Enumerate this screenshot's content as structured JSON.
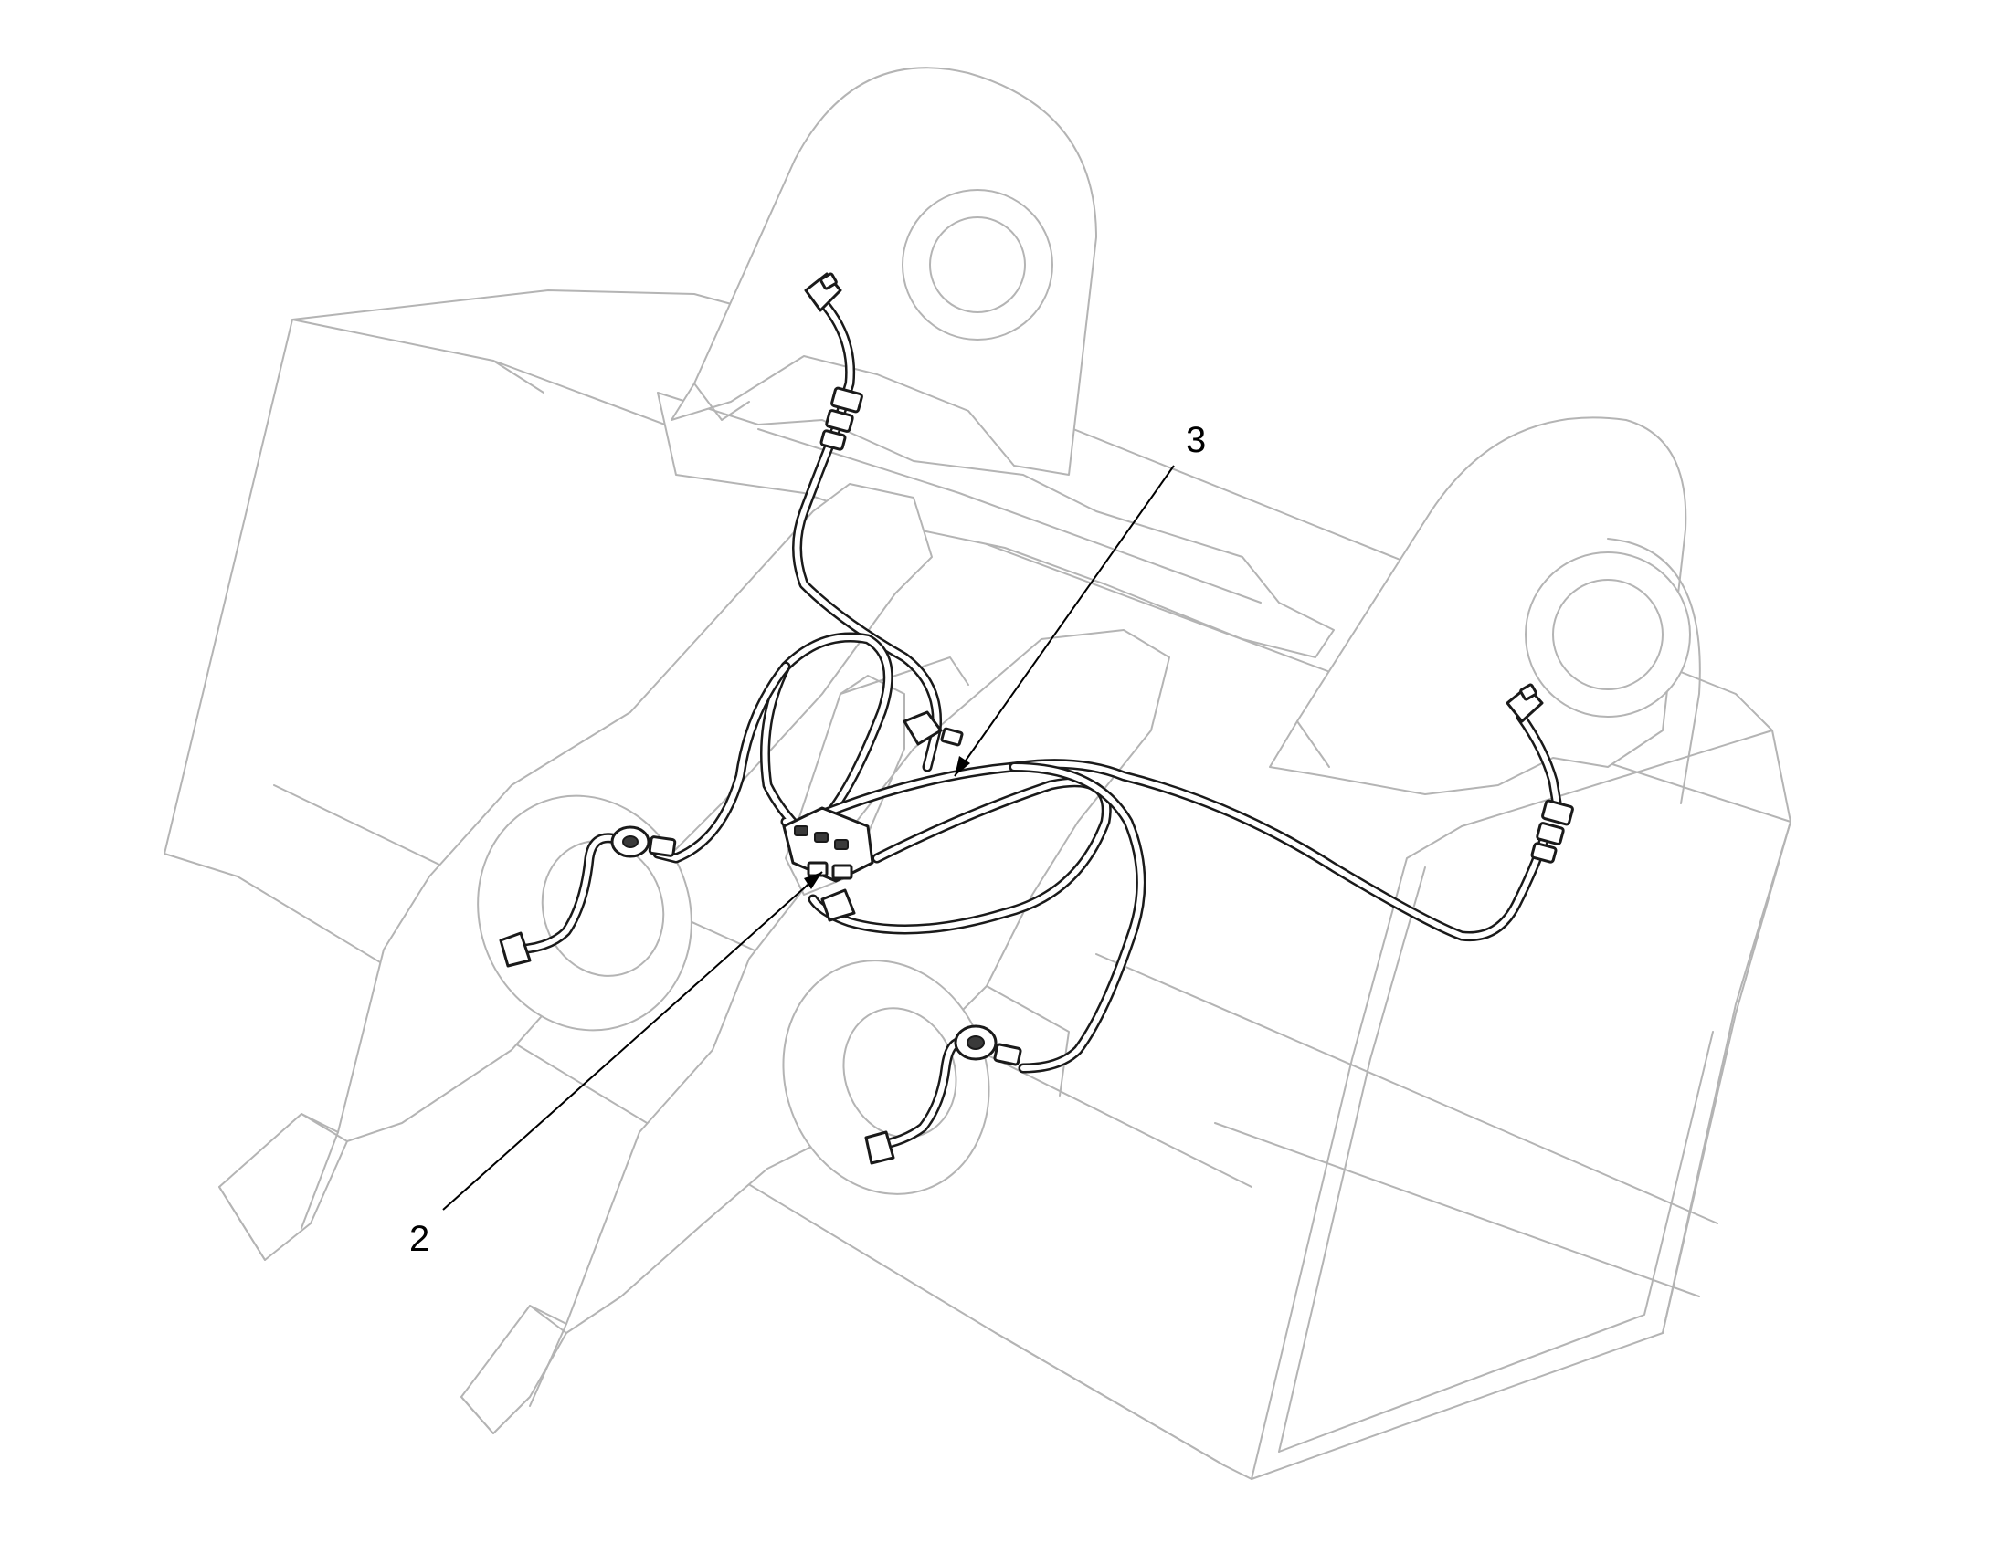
{
  "callouts": [
    {
      "id": "2",
      "label": "2"
    },
    {
      "id": "3",
      "label": "3"
    }
  ],
  "colors": {
    "ghost_outline": "#b4b4b4",
    "hose_line": "#1a1a1a",
    "leader_line": "#000000",
    "background": "#ffffff"
  }
}
